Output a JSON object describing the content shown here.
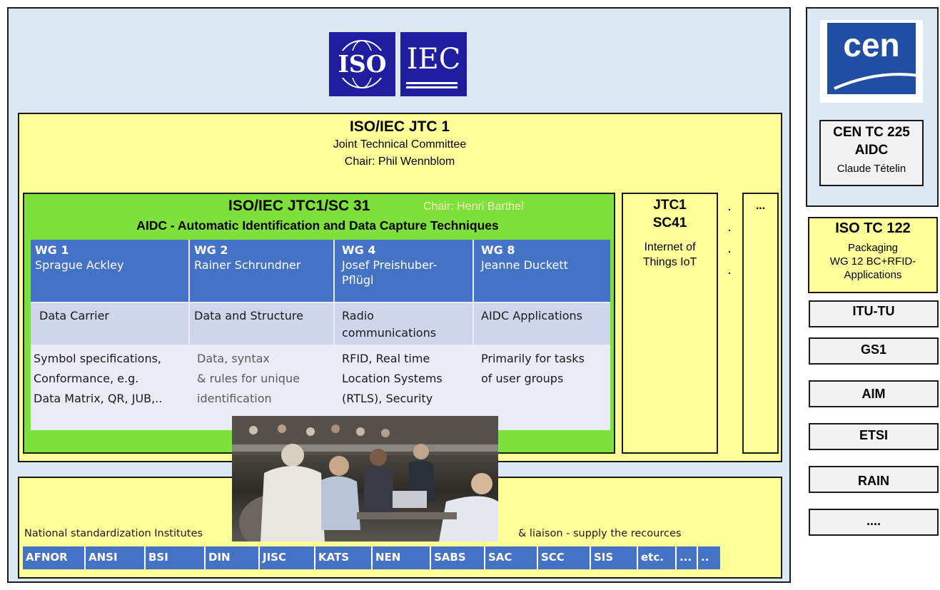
{
  "logo": {
    "iso": "ISO",
    "iec": "IEC"
  },
  "cen_logo": {
    "text": "cen"
  },
  "jtc1": {
    "title": "ISO/IEC JTC 1",
    "subtitle": "Joint Technical Committee",
    "chair": "Chair: Phil Wennblom"
  },
  "sc31": {
    "title": "ISO/IEC JTC1/SC 31",
    "chair": "Chair: Henri Barthel",
    "subtitle": "AIDC - Automatic Identification and Data Capture Techniques",
    "wgs": [
      {
        "id": "WG 1",
        "name": "Sprague Ackley",
        "area": "Data Carrier",
        "desc": [
          "Symbol specifications,",
          "Conformance, e.g.",
          "Data Matrix, QR, JUB,.."
        ]
      },
      {
        "id": "WG 2",
        "name": "Rainer Schrundner",
        "area": "Data and Structure",
        "desc": [
          "Data, syntax",
          "& rules for unique",
          "identification"
        ]
      },
      {
        "id": "WG 4",
        "name": "Josef Preishuber-Pflügl",
        "area": "Radio communications",
        "desc": [
          "RFID, Real time",
          "Location Systems",
          "(RTLS), Security"
        ]
      },
      {
        "id": "WG 8",
        "name": "Jeanne Duckett",
        "area": "AIDC Applications",
        "desc": [
          "Primarily for tasks",
          "of user groups"
        ]
      }
    ]
  },
  "sc41": {
    "line1": "JTC1",
    "line2": "SC41",
    "desc": "Internet of Things IoT"
  },
  "ellipsis_box": "...",
  "dots": [
    ".",
    ".",
    ".",
    "."
  ],
  "cen_tc225": {
    "title": "CEN TC 225",
    "subtitle": "AIDC",
    "chair": "Claude Tételin"
  },
  "iso_tc122": {
    "title": "ISO TC 122",
    "line1": "Packaging",
    "line2": "WG 12 BC+RFID-",
    "line3": "Applications"
  },
  "liaison_boxes": [
    "ITU-TU",
    "GS1",
    "AIM",
    "ETSI",
    "RAIN",
    "...."
  ],
  "national": {
    "label": "National standardization Institutes",
    "liaison": "& liaison  - supply the recources",
    "institutes": [
      "AFNOR",
      "ANSI",
      "BSI",
      "DIN",
      "JISC",
      "KATS",
      "NEN",
      "SABS",
      "SAC",
      "SCC",
      "SIS",
      "etc.",
      "...",
      ".."
    ]
  },
  "colors": {
    "panel": "#dbe8f2",
    "yellow": "#ffff99",
    "green": "#7ee03a",
    "wg_blue": "#4472c4",
    "iso_blue": "#1e1e9e",
    "cen_blue": "#1f4ea3"
  }
}
